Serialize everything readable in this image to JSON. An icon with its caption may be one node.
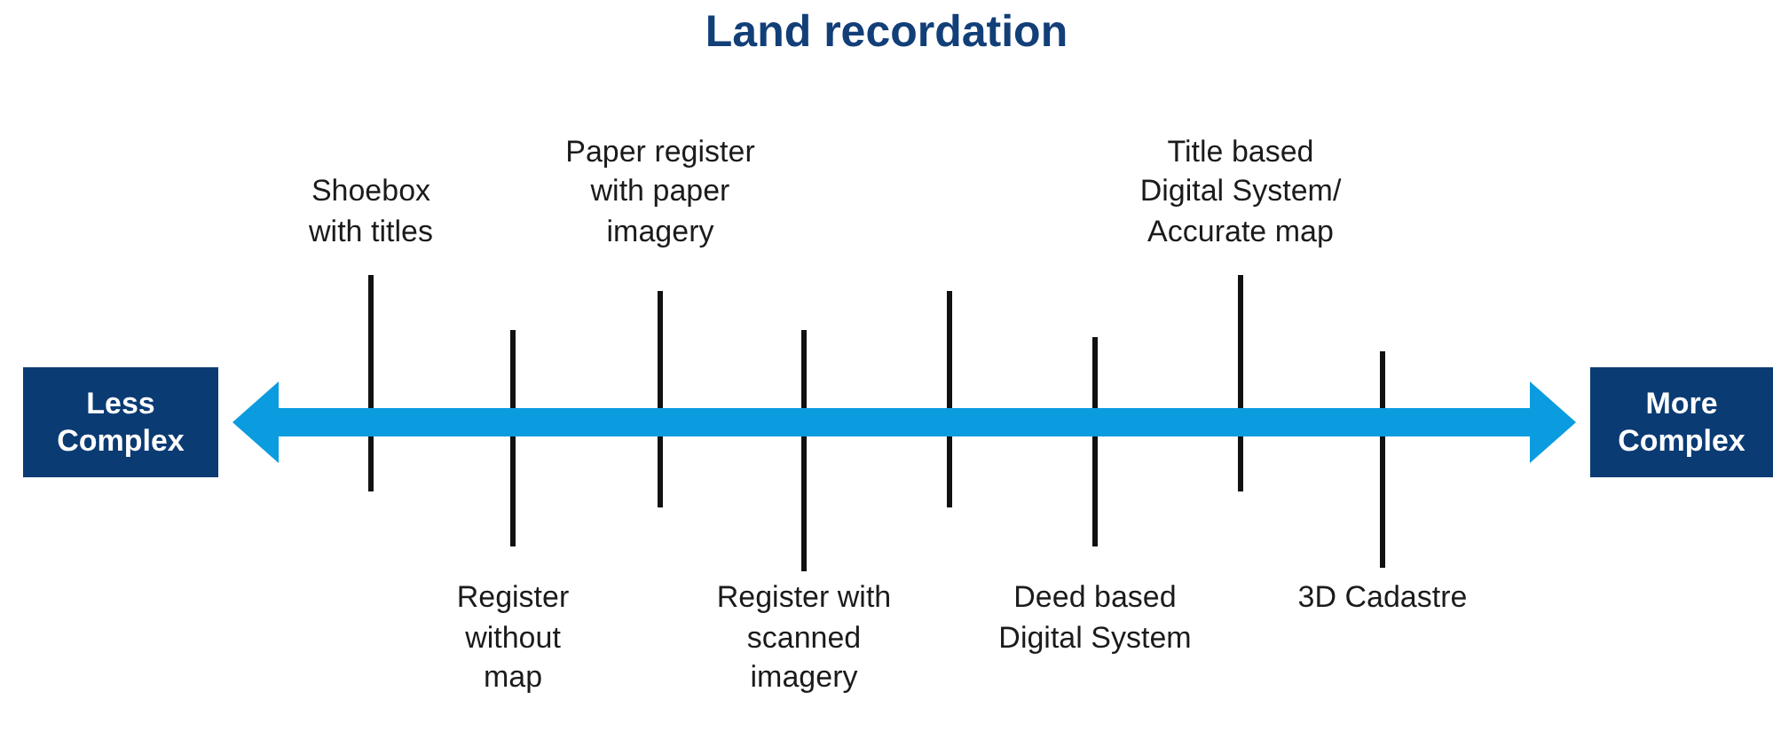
{
  "diagram": {
    "title": "Land recordation",
    "nodes": [
      {
        "text": [
          "Less Complex"
        ]
      },
      {
        "text": [
          "More Complex"
        ]
      }
    ],
    "edges": [
      {
        "from": 0,
        "to": 1,
        "arrow": "both"
      }
    ],
    "labels": [
      "Shoebox with titles",
      "Register without map",
      "Paper register with paper imagery",
      "Register with scanned imagery",
      "Deed based Digital System",
      "Title based Digital System/ Accurate map",
      "3D Cadastre"
    ]
  }
}
